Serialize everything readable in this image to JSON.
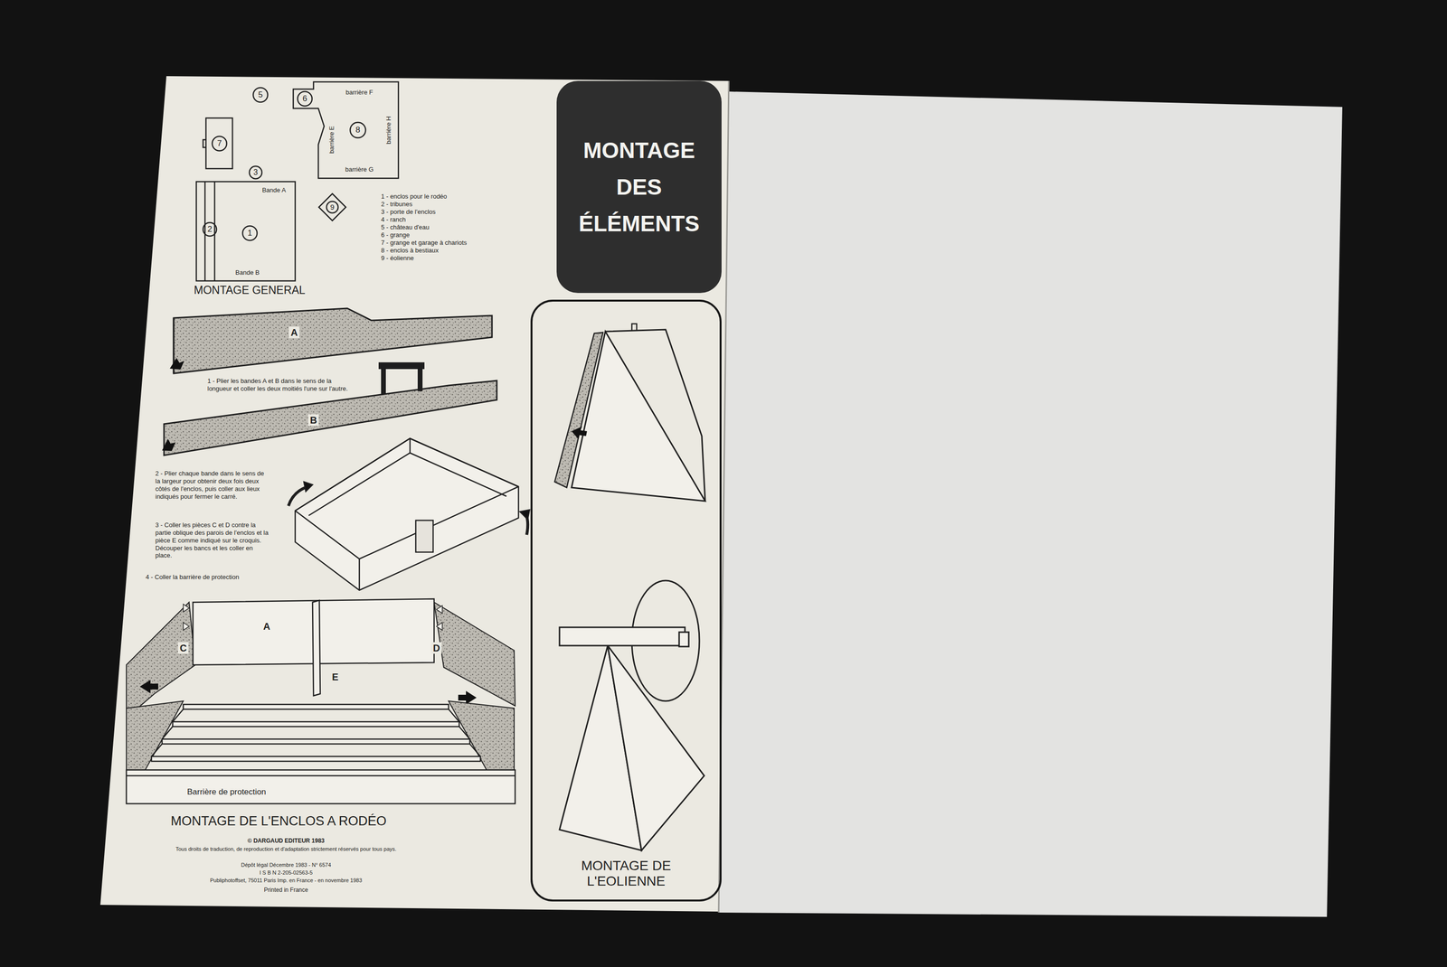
{
  "diagram": {
    "nodes": [
      {
        "text": [
          "MONTAGE DES ÉLÉMENTS"
        ]
      },
      {
        "text": [
          "MONTAGE DE L'EOLIENNE"
        ]
      }
    ],
    "labels": [
      "5",
      "6",
      "barrière F",
      "7",
      "barrière E",
      "8",
      "barrière H",
      "barrière G",
      "3",
      "Bande A",
      "9",
      "2",
      "1",
      "Bande B",
      "1 - enclos pour le rodéo",
      "2 - tribunes",
      "3 - porte de l'enclos",
      "4 - ranch",
      "5 - château d'eau",
      "6 - grange",
      "7 - grange et garage à chariots",
      "8 - enclos à bestiaux",
      "9 - éolienne",
      "MONTAGE GENERAL",
      "A",
      "1 - Plier les bandes A et B dans le sens de la longueur et coller les deux moitiés l'une sur l'autre.",
      "B",
      "2 - Plier chaque bande dans le sens de la largeur pour obtenir deux fois deux côtés de l'enclos, puis coller aux lieux indiqués pour fermer le carré.",
      "3 - Coller les pièces C et D contre la partie oblique des parois de l'enclos et la pièce E comme indiqué sur le croquis. Découper les bancs et les coller en place.",
      "4 - Coller la barrière de protection",
      "A",
      "C",
      "D",
      "E",
      "Barrière de protection",
      "MONTAGE DE L'ENCLOS A RODÉO",
      "© DARGAUD EDITEUR 1983",
      "Tous droits de traduction, de reproduction et d'adaptation strictement réservés pour tous pays.",
      "Dépôt légal Décembre 1983 - N° 6574",
      "I S B N 2-205-02563-5",
      "Publiphotoffset, 75011 Paris Imp. en France - en novembre 1983",
      "Printed in France"
    ]
  }
}
